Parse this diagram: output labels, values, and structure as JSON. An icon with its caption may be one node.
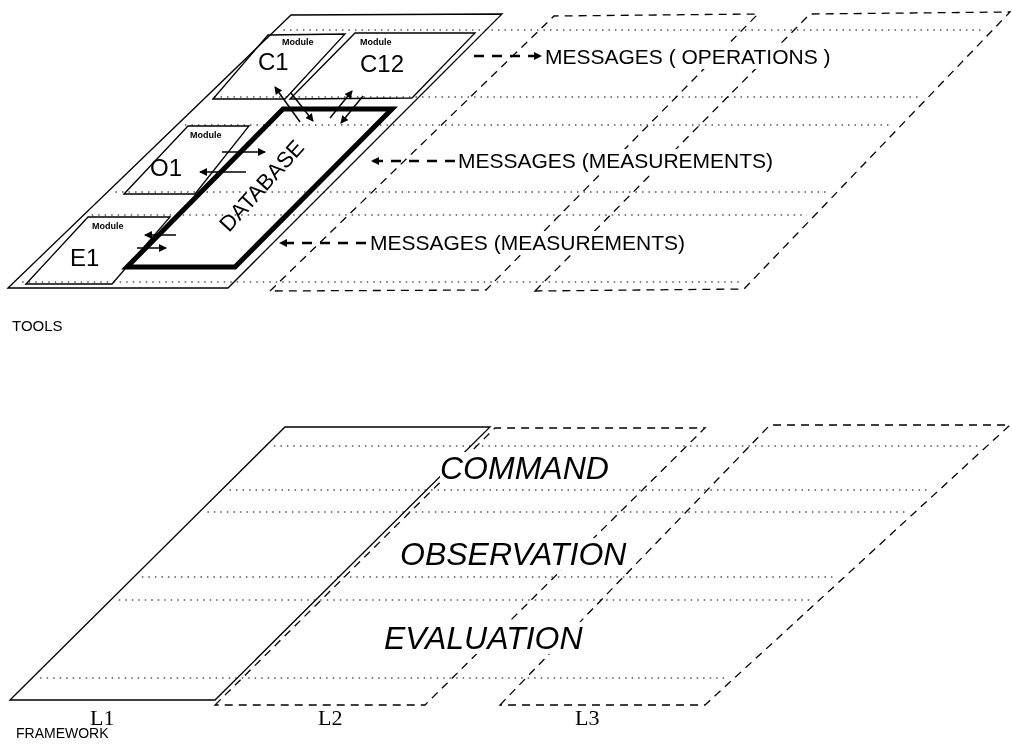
{
  "diagram": {
    "nodes": [
      {
        "text": [
          "TOOLS"
        ]
      },
      {
        "text": [
          "Module",
          "C1"
        ],
        "in": 0
      },
      {
        "text": [
          "Module",
          "C12"
        ],
        "in": 0
      },
      {
        "text": [
          "DATABASE"
        ],
        "in": 0
      },
      {
        "text": [
          "Module",
          "O1"
        ],
        "in": 0
      },
      {
        "text": [
          "Module",
          "E1"
        ],
        "in": 0
      },
      {
        "text": [
          "MESSAGES ( OPERATIONS )"
        ]
      },
      {
        "text": [
          "MESSAGES (MEASUREMENTS)"
        ]
      },
      {
        "text": [
          "MESSAGES (MEASUREMENTS)"
        ]
      },
      {
        "text": [
          "L1",
          "FRAMEWORK"
        ]
      },
      {
        "text": [
          "L2"
        ]
      },
      {
        "text": [
          "L3"
        ]
      }
    ],
    "edges": [
      {
        "from": 3,
        "to": 1,
        "arrow": "to"
      },
      {
        "from": 1,
        "to": 3,
        "arrow": "to"
      },
      {
        "from": 3,
        "to": 2,
        "arrow": "to"
      },
      {
        "from": 2,
        "to": 3,
        "arrow": "to"
      },
      {
        "from": 4,
        "to": 3,
        "arrow": "to"
      },
      {
        "from": 3,
        "to": 4,
        "arrow": "to"
      },
      {
        "from": 3,
        "to": 5,
        "arrow": "to"
      },
      {
        "from": 5,
        "to": 3,
        "arrow": "to"
      },
      {
        "from": 2,
        "to": 6,
        "arrow": "to",
        "style": "dashed"
      },
      {
        "from": 7,
        "to": 3,
        "arrow": "to",
        "style": "dashed"
      },
      {
        "from": 8,
        "to": 3,
        "arrow": "to",
        "style": "dashed"
      }
    ],
    "labels": [
      "COMMAND",
      "OBSERVATION",
      "EVALUATION"
    ]
  }
}
